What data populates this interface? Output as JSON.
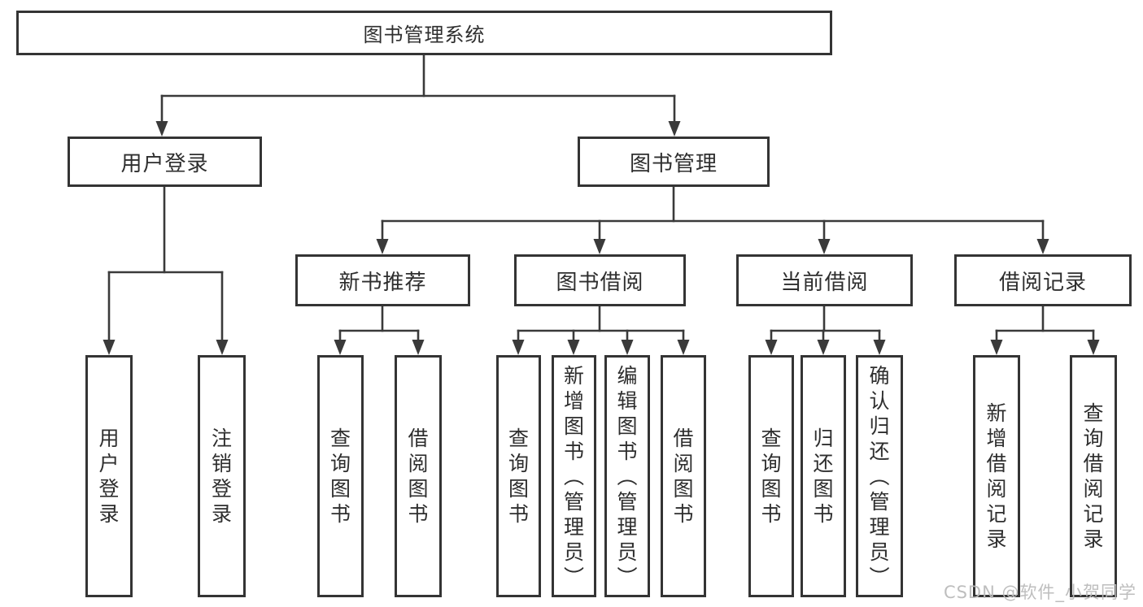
{
  "page": {
    "watermark": "CSDN @软件_小贺同学"
  },
  "colors": {
    "line": "#3a3a3a",
    "box_border": "#343434",
    "text": "#2e2e2e",
    "watermark": "#bababa",
    "background": "#ffffff"
  },
  "nodes": {
    "root": {
      "label": "图书管理系统"
    },
    "user_login": {
      "label": "用户登录"
    },
    "book_mgmt": {
      "label": "图书管理"
    },
    "new_book": {
      "label": "新书推荐"
    },
    "book_borrow": {
      "label": "图书借阅"
    },
    "current_borrow": {
      "label": "当前借阅"
    },
    "borrow_records": {
      "label": "借阅记录"
    },
    "leaf_user_login": {
      "label": "用户登录"
    },
    "leaf_logout": {
      "label": "注销登录"
    },
    "leaf_nb_query": {
      "label": "查询图书"
    },
    "leaf_nb_borrow": {
      "label": "借阅图书"
    },
    "leaf_bb_query": {
      "label": "查询图书"
    },
    "leaf_bb_add": {
      "label": "新增图书（管理员）"
    },
    "leaf_bb_edit": {
      "label": "编辑图书（管理员）"
    },
    "leaf_bb_borrow": {
      "label": "借阅图书"
    },
    "leaf_cb_query": {
      "label": "查询图书"
    },
    "leaf_cb_return": {
      "label": "归还图书"
    },
    "leaf_cb_confirm": {
      "label": "确认归还（管理员）"
    },
    "leaf_br_add": {
      "label": "新增借阅记录"
    },
    "leaf_br_query": {
      "label": "查询借阅记录"
    }
  },
  "hierarchy": {
    "root": [
      "user_login",
      "book_mgmt"
    ],
    "user_login": [
      "leaf_user_login",
      "leaf_logout"
    ],
    "book_mgmt": [
      "new_book",
      "book_borrow",
      "current_borrow",
      "borrow_records"
    ],
    "new_book": [
      "leaf_nb_query",
      "leaf_nb_borrow"
    ],
    "book_borrow": [
      "leaf_bb_query",
      "leaf_bb_add",
      "leaf_bb_edit",
      "leaf_bb_borrow"
    ],
    "current_borrow": [
      "leaf_cb_query",
      "leaf_cb_return",
      "leaf_cb_confirm"
    ],
    "borrow_records": [
      "leaf_br_add",
      "leaf_br_query"
    ]
  }
}
